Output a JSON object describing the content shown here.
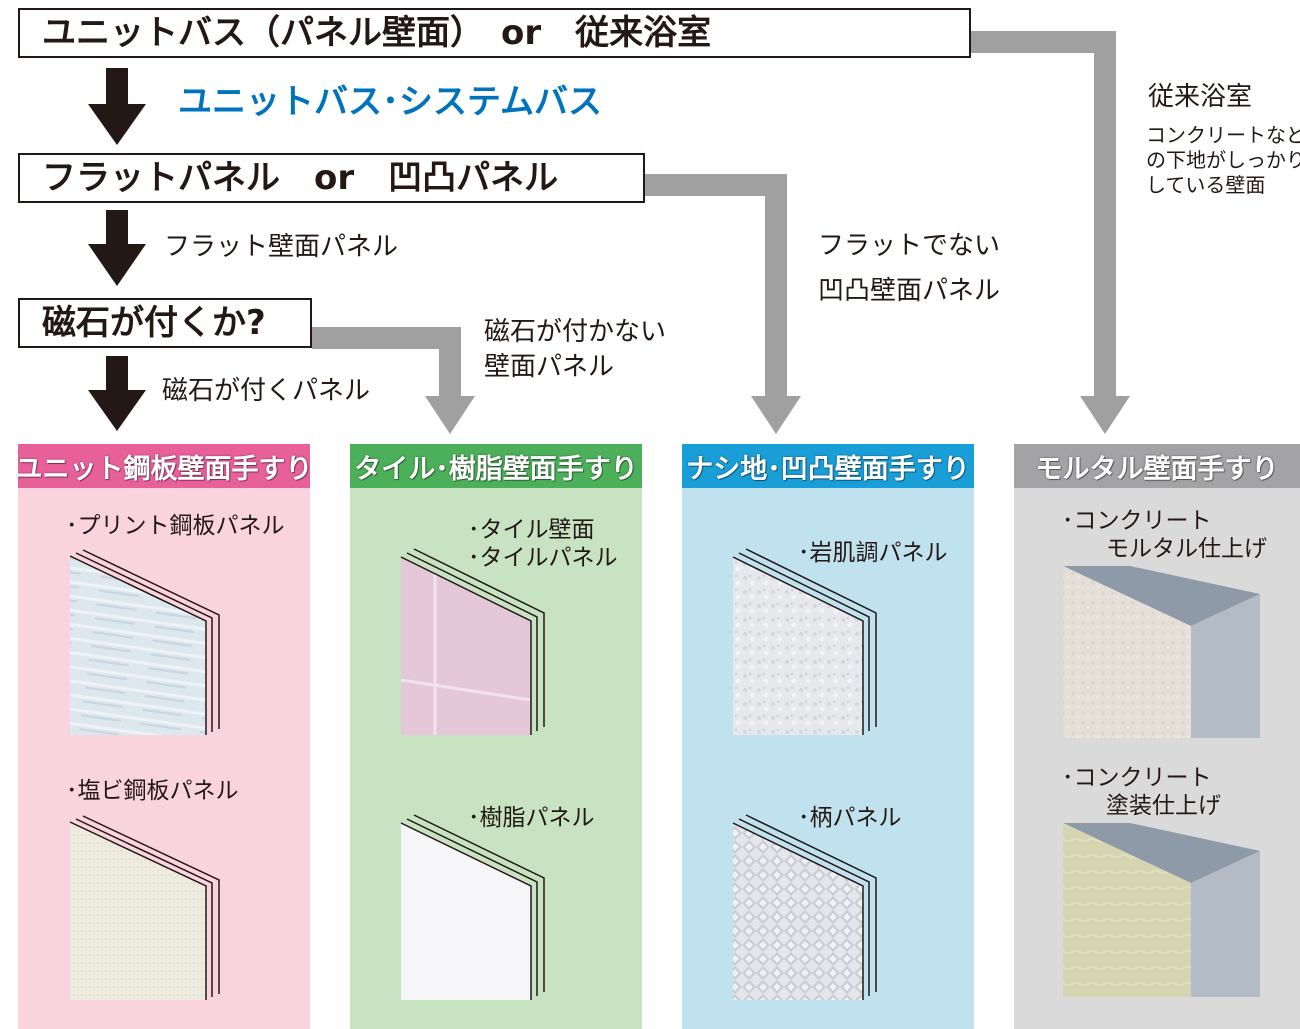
{
  "question1": "ユニットバス（パネル壁面）　or　従来浴室",
  "unit_bath_label": "ユニットバス･システムバス",
  "conventional": {
    "title": "従来浴室",
    "desc": [
      "コンクリートなど",
      "の下地がしっかり",
      "している壁面"
    ]
  },
  "question2": "フラットパネル　or　凹凸パネル",
  "flat_label": "フラット壁面パネル",
  "non_flat": [
    "フラットでない",
    "凹凸壁面パネル"
  ],
  "question3": "磁石が付くか?",
  "magnet_yes": "磁石が付くパネル",
  "magnet_no": [
    "磁石が付かない",
    "壁面パネル"
  ],
  "colors": {
    "arrow_black": "#231815",
    "arrow_gray": "#a0a0a0",
    "blue_text": "#0073bd"
  },
  "categories": [
    {
      "title": "ユニット鋼板壁面手すり",
      "header_color": "#e8609a",
      "bg_color": "#f9d4de",
      "panels": [
        {
          "label": [
            "･プリント鋼板パネル"
          ],
          "icon": "print-steel-panel"
        },
        {
          "label": [
            "･塩ビ鋼板パネル"
          ],
          "icon": "pvc-steel-panel"
        }
      ]
    },
    {
      "title": "タイル･樹脂壁面手すり",
      "header_color": "#4cb05a",
      "bg_color": "#c7e3c2",
      "panels": [
        {
          "label": [
            "･タイル壁面",
            "･タイルパネル"
          ],
          "icon": "tile-panel"
        },
        {
          "label": [
            "･樹脂パネル"
          ],
          "icon": "resin-panel"
        }
      ]
    },
    {
      "title": "ナシ地･凹凸壁面手すり",
      "header_color": "#1a9ed8",
      "bg_color": "#c0e1ee",
      "panels": [
        {
          "label": [
            "･岩肌調パネル"
          ],
          "icon": "rock-texture-panel"
        },
        {
          "label": [
            "･柄パネル"
          ],
          "icon": "pattern-panel"
        }
      ]
    },
    {
      "title": "モルタル壁面手すり",
      "header_color": "#a3a3a5",
      "bg_color": "#dadadb",
      "panels": [
        {
          "label": [
            "･コンクリート",
            "モルタル仕上げ"
          ],
          "icon": "mortar-block"
        },
        {
          "label": [
            "･コンクリート",
            "塗装仕上げ"
          ],
          "icon": "painted-block"
        }
      ]
    }
  ]
}
